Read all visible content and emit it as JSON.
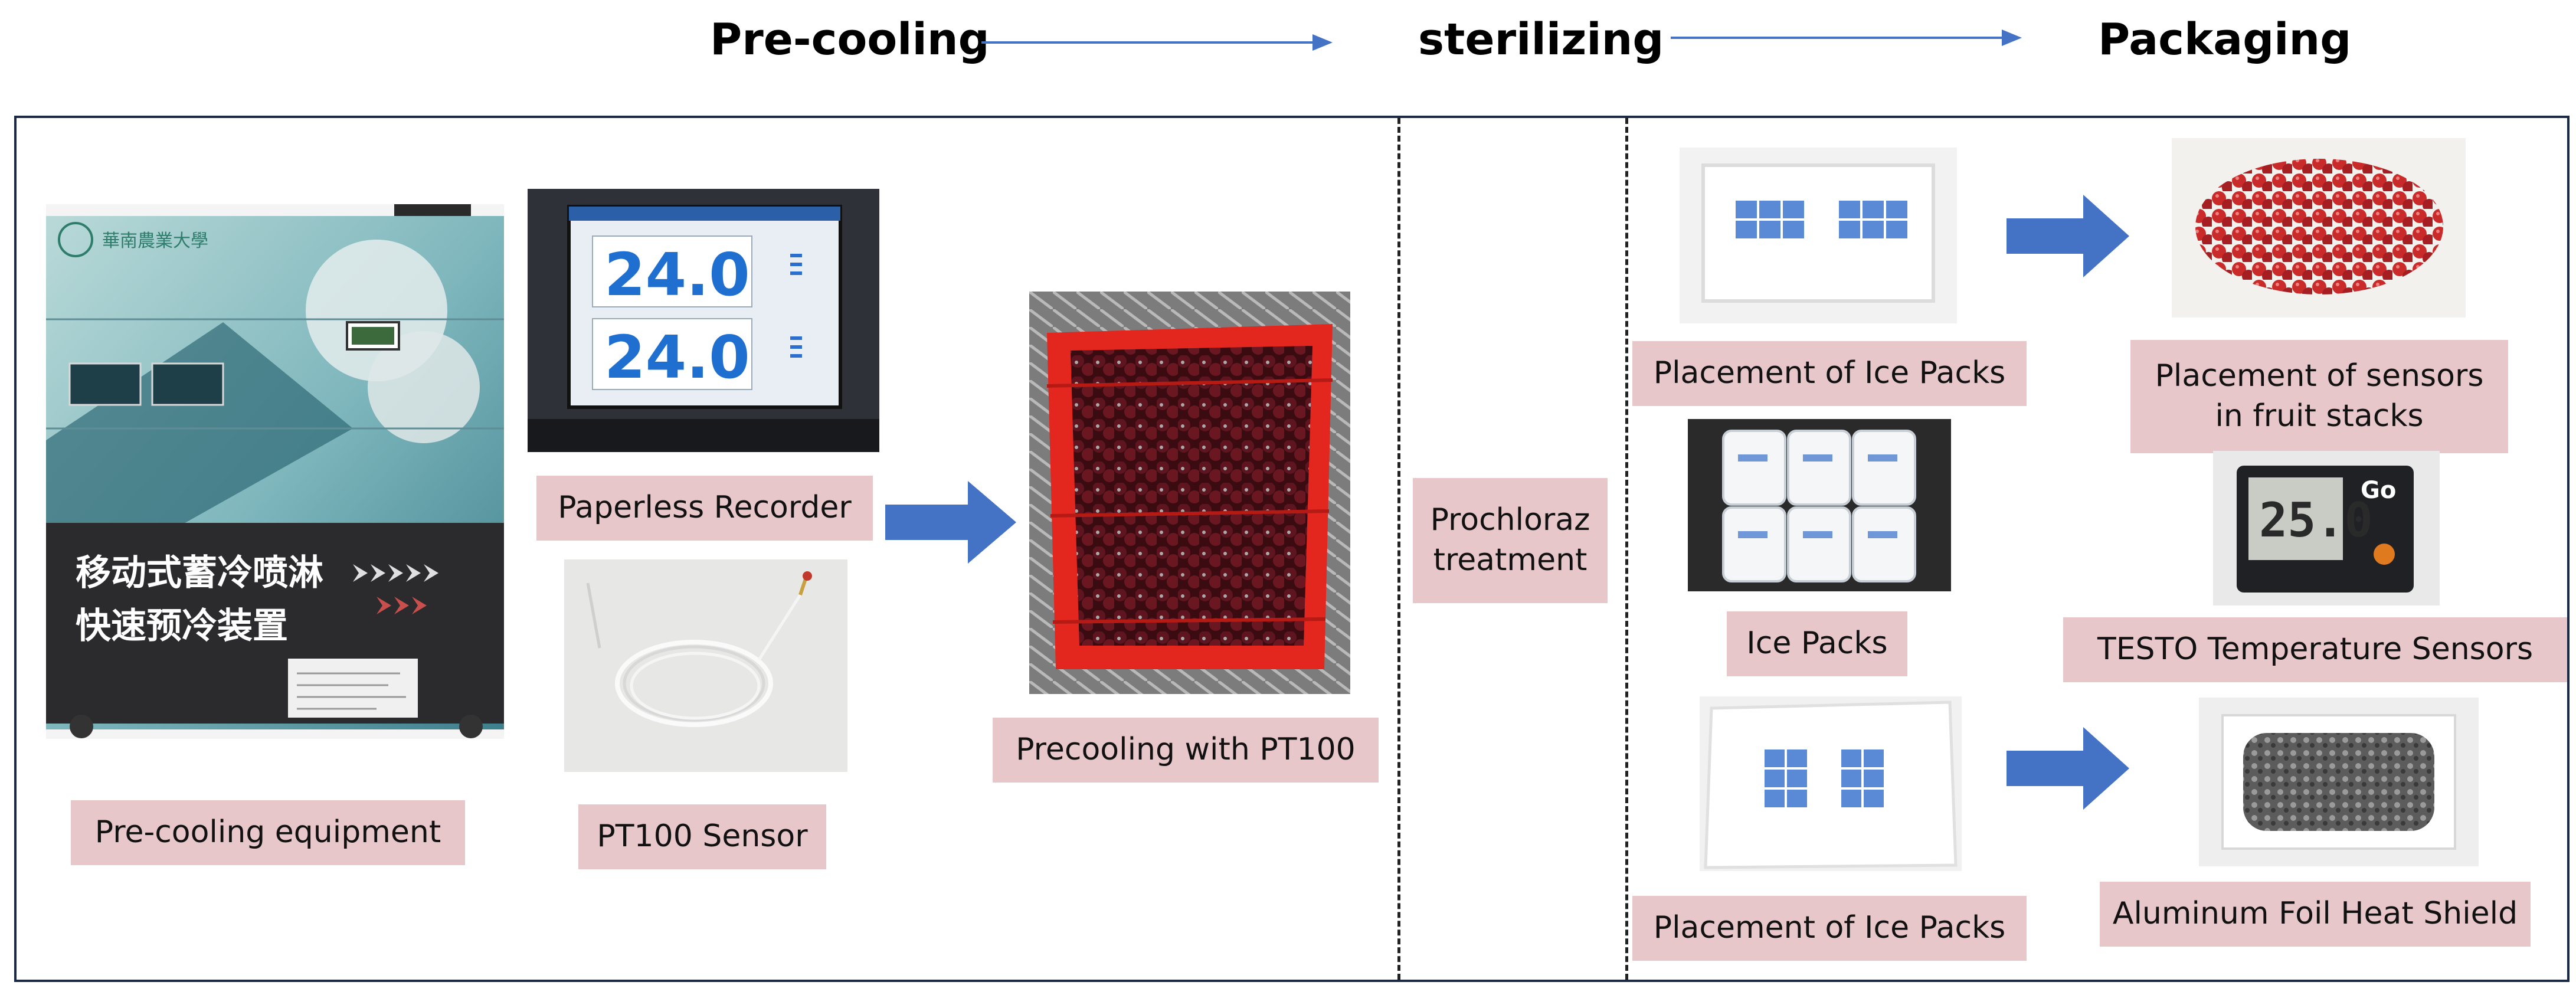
{
  "stages": {
    "precooling": "Pre-cooling",
    "sterilizing": "sterilizing",
    "packaging": "Packaging"
  },
  "labels": {
    "precooling_equipment": "Pre-cooling equipment",
    "paperless_recorder": "Paperless Recorder",
    "pt100_sensor": "PT100 Sensor",
    "precooling_with_pt100": "Precooling with PT100",
    "prochloraz": "Prochloraz treatment",
    "ice_packs_placement_1": "Placement of Ice Packs",
    "sensors_in_fruit_line1": "Placement of sensors",
    "sensors_in_fruit_line2": "in fruit stacks",
    "ice_packs": "Ice Packs",
    "testo_sensors": "TESTO Temperature Sensors",
    "ice_packs_placement_2": "Placement of Ice Packs",
    "foil_shield": "Aluminum Foil Heat Shield"
  },
  "machine": {
    "cn_line1": "移动式蓄冷喷淋",
    "cn_line2": "快速预冷装置",
    "brand": "華南農業大學"
  },
  "recorder": {
    "reading_1": "24.0",
    "reading_2": "24.0"
  },
  "testo": {
    "reading": "25.0",
    "button": "Go"
  },
  "colors": {
    "arrow_blue": "#4472c4",
    "label_pink": "#e8c7ca",
    "frame_navy": "#1b2a44",
    "basket_red": "#e3271f"
  }
}
